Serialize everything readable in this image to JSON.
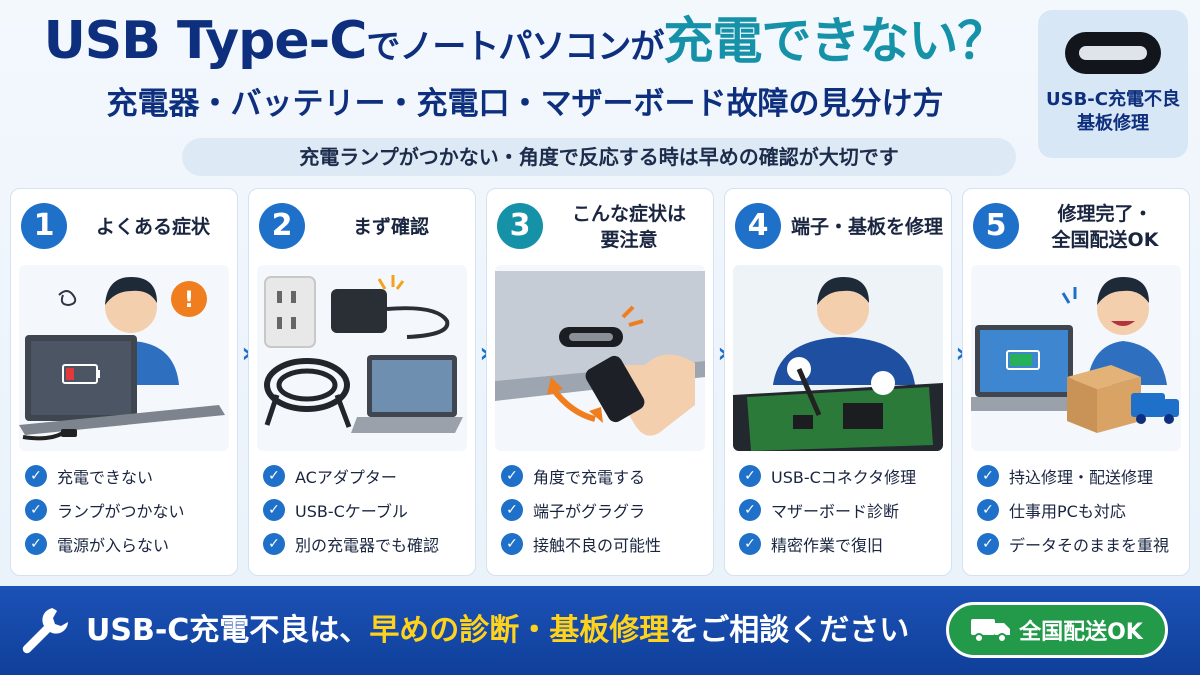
{
  "title": {
    "part1": "USB Type-C",
    "part2": "でノートパソコンが",
    "accent": "充電できない？",
    "sub": "充電器・バッテリー・充電口・マザーボード故障の見分け方"
  },
  "subline": "充電ランプがつかない・角度で反応する時は早めの確認が大切です",
  "badge": {
    "line1": "USB-C充電不良",
    "line2": "基板修理"
  },
  "colors": {
    "navy": "#0d2f7e",
    "accent": "#1591a8",
    "blue": "#1f70c9",
    "footer": "#1c52b6",
    "highlight": "#ffd21c",
    "green": "#229a4a"
  },
  "steps": [
    {
      "num": "1",
      "title": "よくある症状",
      "icon": "person-confused-laptop-low-battery",
      "checks": [
        "充電できない",
        "ランプがつかない",
        "電源が入らない"
      ]
    },
    {
      "num": "2",
      "title": "まず確認",
      "icon": "outlet-adapter-cable-laptop",
      "checks": [
        "ACアダプター",
        "USB-Cケーブル",
        "別の充電器でも確認"
      ]
    },
    {
      "num": "3",
      "title": "こんな症状は\n要注意",
      "icon": "usb-c-port-wiggle",
      "checks": [
        "角度で充電する",
        "端子がグラグラ",
        "接触不良の可能性"
      ]
    },
    {
      "num": "4",
      "title": "端子・基板を修理",
      "icon": "technician-soldering-board",
      "checks": [
        "USB-Cコネクタ修理",
        "マザーボード診断",
        "精密作業で復旧"
      ]
    },
    {
      "num": "5",
      "title": "修理完了・\n全国配送OK",
      "icon": "happy-person-laptop-delivery",
      "checks": [
        "持込修理・配送修理",
        "仕事用PCも対応",
        "データそのままを重視"
      ]
    }
  ],
  "footer": {
    "part1": "USB-C充電不良は、",
    "highlight": "早めの診断・基板修理",
    "part2": "をご相談ください",
    "button": "全国配送OK"
  }
}
